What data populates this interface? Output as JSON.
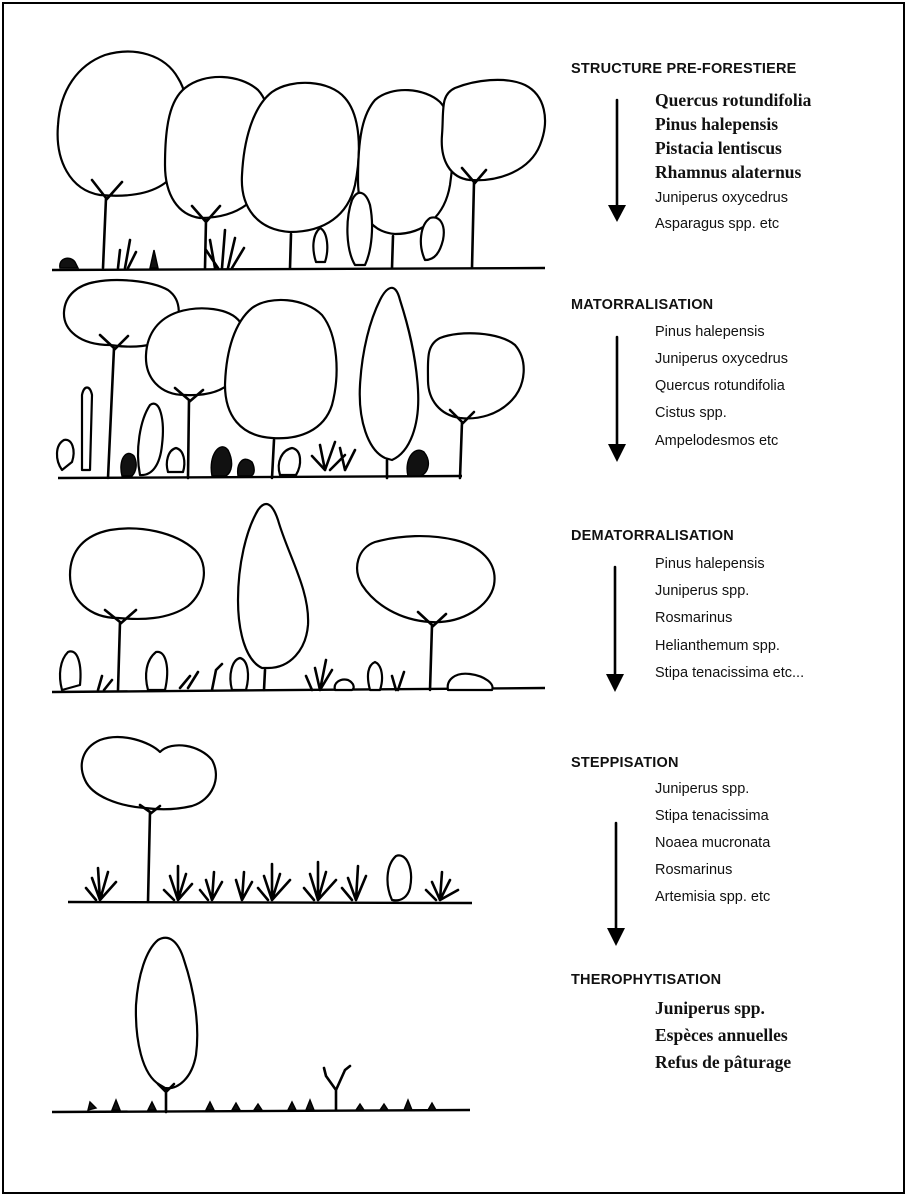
{
  "stages": [
    {
      "title": "STRUCTURE PRE-FORESTIERE",
      "species": [
        "Quercus rotundifolia",
        "Pinus halepensis",
        "Pistacia lentiscus",
        "Rhamnus alaternus",
        "Juniperus oxycedrus",
        "Asparagus spp. etc"
      ]
    },
    {
      "title": "MATORRALISATION",
      "species": [
        "Pinus halepensis",
        "Juniperus oxycedrus",
        "Quercus rotundifolia",
        "Cistus spp.",
        "Ampelodesmos etc"
      ]
    },
    {
      "title": "DEMATORRALISATION",
      "species": [
        "Pinus halepensis",
        "Juniperus spp.",
        "Rosmarinus",
        "Helianthemum spp.",
        "Stipa tenacissima etc..."
      ]
    },
    {
      "title": "STEPPISATION",
      "species": [
        "Juniperus spp.",
        "Stipa tenacissima",
        "Noaea mucronata",
        "Rosmarinus",
        "Artemisia spp. etc"
      ]
    },
    {
      "title": "THEROPHYTISATION",
      "species": [
        "Juniperus spp.",
        "Espèces annuelles",
        "Refus de pâturage"
      ]
    }
  ]
}
